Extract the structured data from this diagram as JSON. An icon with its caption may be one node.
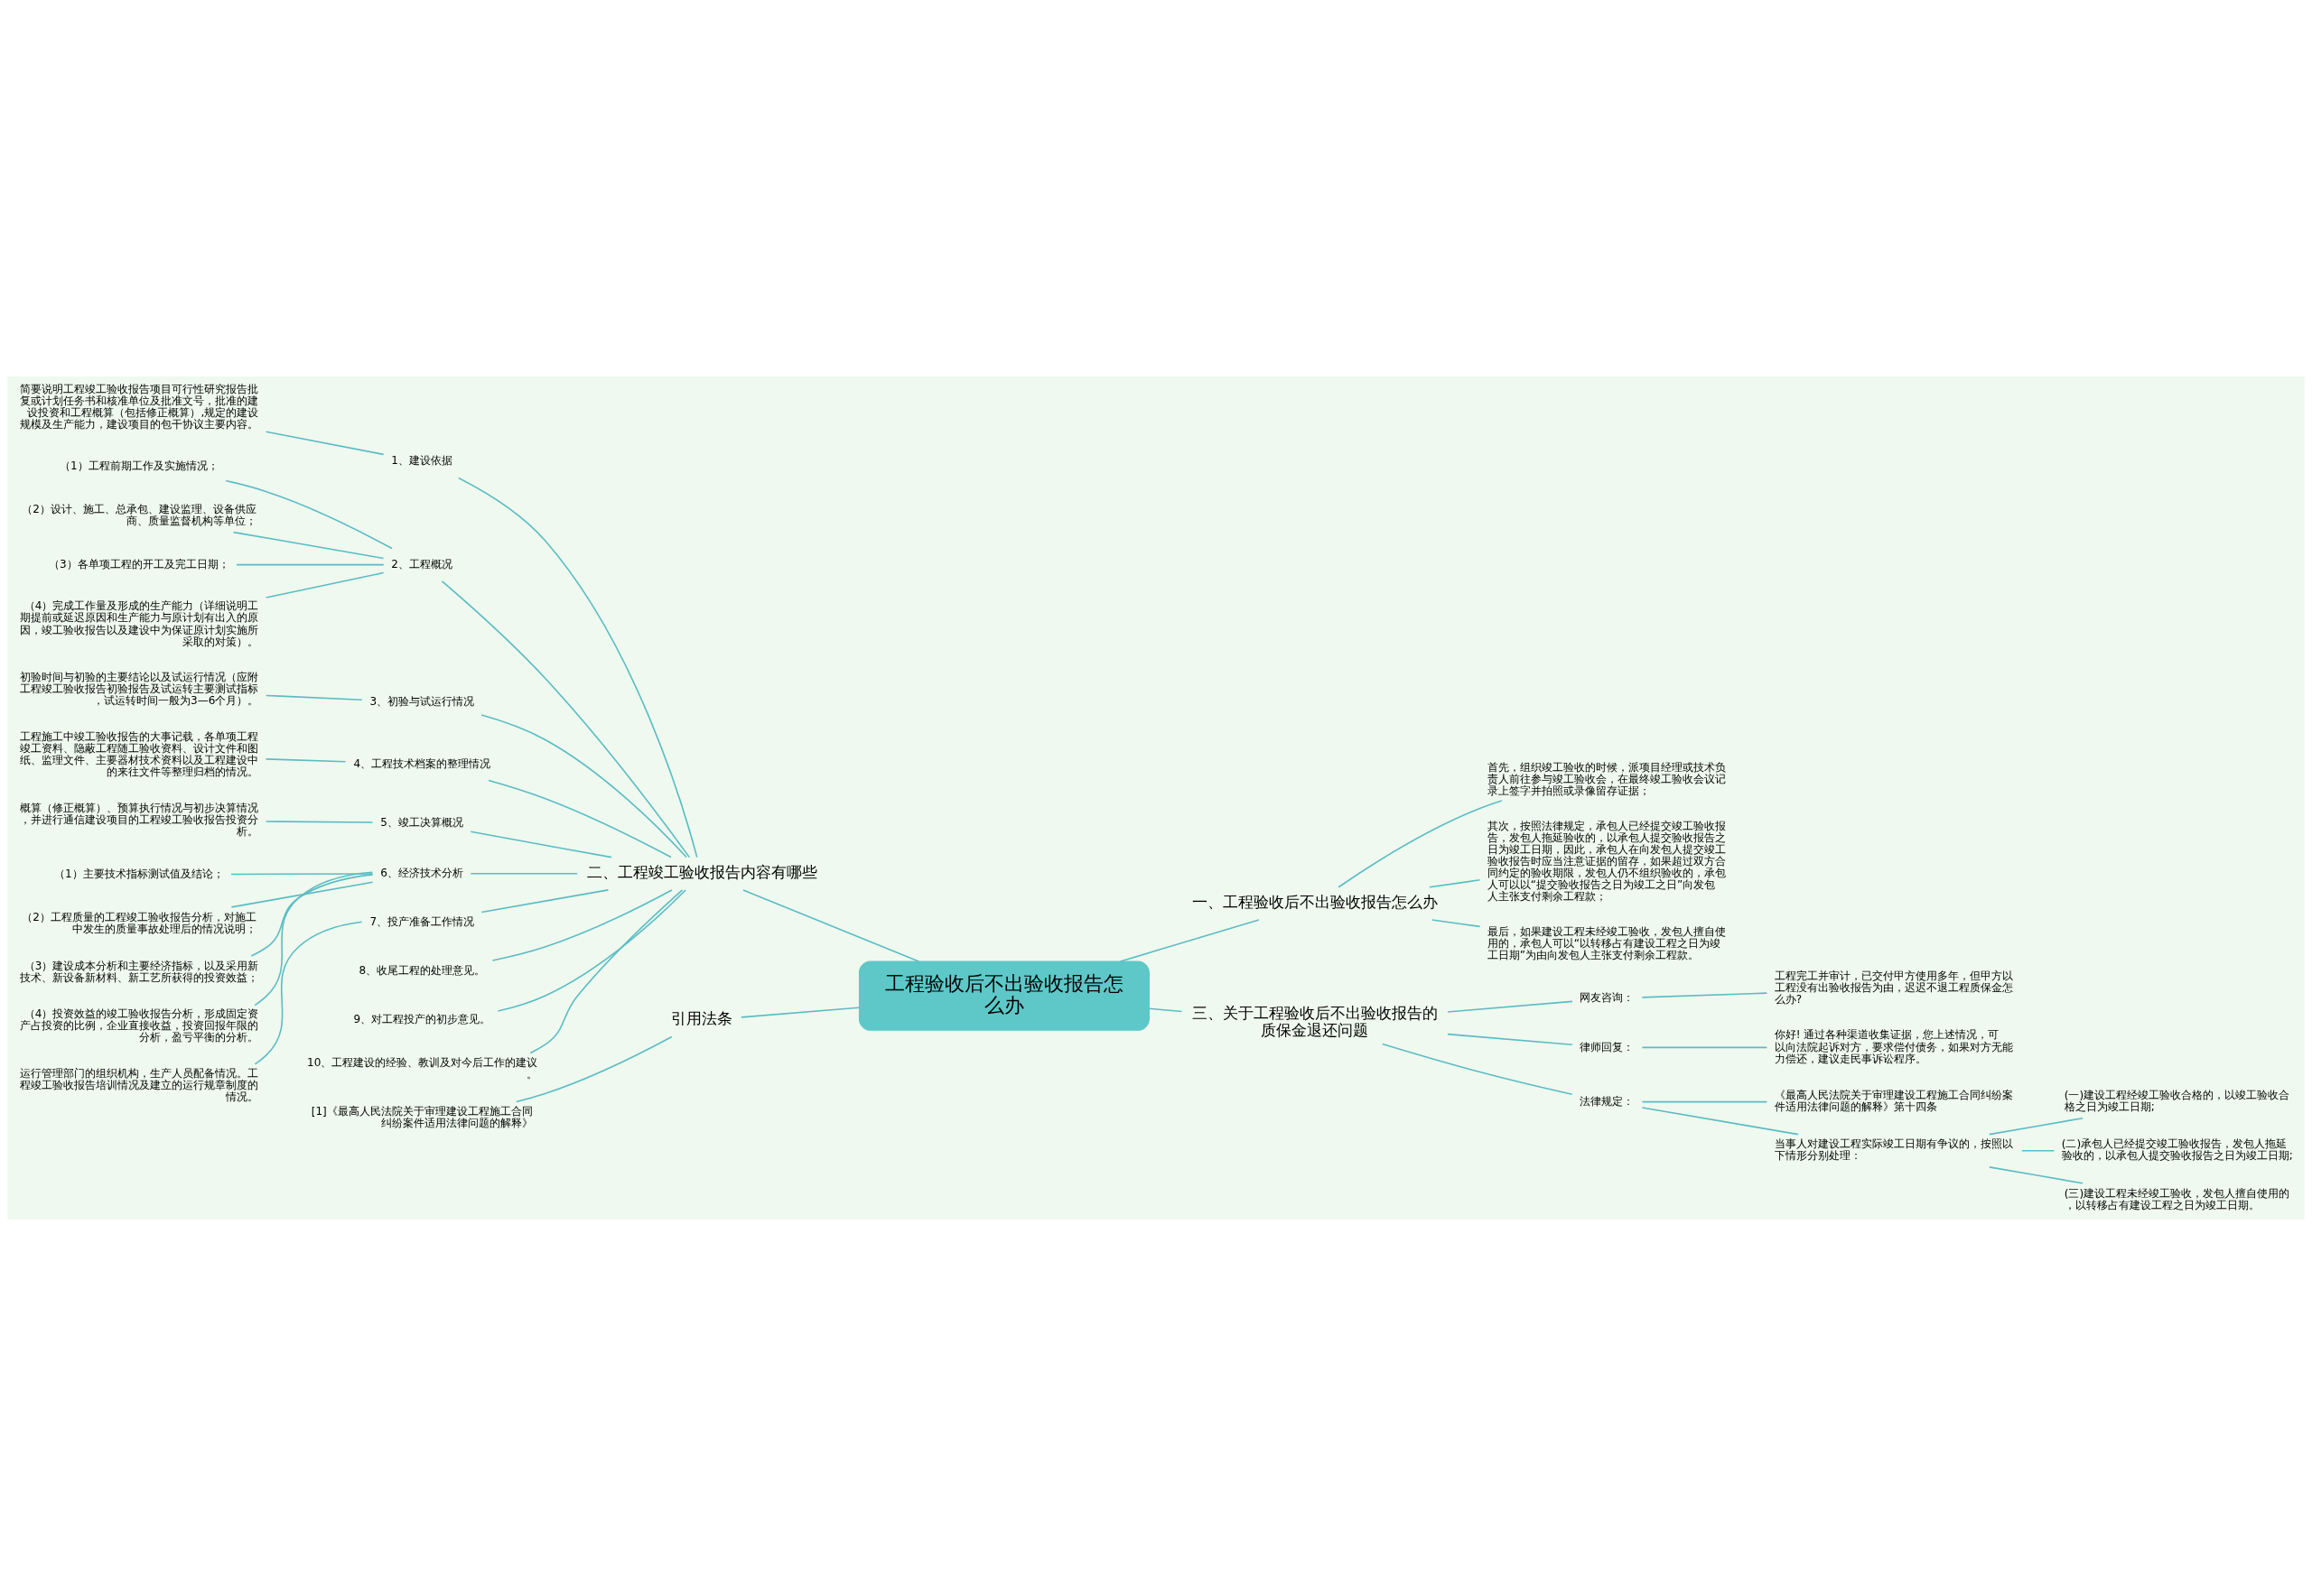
{
  "diagram": {
    "nodes": [
      {
        "text": [
          "工程验收后不出验收报告怎么办"
        ]
      },
      {
        "text": [
          "一、工程验收后不出验收报告怎么办"
        ]
      },
      {
        "text": [
          "首先，组织竣工验收的时候，派项目经理或技术负责人前往参与竣工验收会，在最终竣工验收会议记录上签字并拍照或录像留存证据；"
        ]
      },
      {
        "text": [
          "其次，按照法律规定，承包人已经提交竣工验收报告，发包人拖延验收的，以承包人提交验收报告之日为竣工日期，因此，承包人在向发包人提交竣工验收报告时应当注意证据的留存，如果超过双方合同约定的验收期限，发包人仍不组织验收的，承包人可以以“提交验收报告之日为竣工之日”向发包人主张支付剩余工程款；"
        ]
      },
      {
        "text": [
          "最后，如果建设工程未经竣工验收，发包人擅自使用的，承包人可以“以转移占有建设工程之日为竣工日期”为由向发包人主张支付剩余工程款。"
        ]
      },
      {
        "text": [
          "二、工程竣工验收报告内容有哪些"
        ]
      },
      {
        "text": [
          "1、建设依据"
        ]
      },
      {
        "text": [
          "简要说明工程竣工验收报告项目可行性研究报告批复或计划任务书和核准单位及批准文号，批准的建设投资和工程概算（包括修正概算）,规定的建设规模及生产能力，建设项目的包干协议主要内容。"
        ]
      },
      {
        "text": [
          "2、工程概况"
        ]
      },
      {
        "text": [
          "（1）工程前期工作及实施情况；"
        ]
      },
      {
        "text": [
          "（2）设计、施工、总承包、建设监理、设备供应商、质量监督机构等单位；"
        ]
      },
      {
        "text": [
          "（3）各单项工程的开工及完工日期；"
        ]
      },
      {
        "text": [
          "（4）完成工作量及形成的生产能力（详细说明工期提前或延迟原因和生产能力与原计划有出入的原因，竣工验收报告以及建设中为保证原计划实施所采取的对策）。"
        ]
      },
      {
        "text": [
          "3、初验与试运行情况"
        ]
      },
      {
        "text": [
          "初验时间与初验的主要结论以及试运行情况（应附工程竣工验收报告初验报告及试运转主要测试指标，试运转时间一般为3—6个月）。"
        ]
      },
      {
        "text": [
          "4、工程技术档案的整理情况"
        ]
      },
      {
        "text": [
          "工程施工中竣工验收报告的大事记载，各单项工程竣工资料、隐蔽工程随工验收资料、设计文件和图纸、监理文件、主要器材技术资料以及工程建设中的来往文件等整理归档的情况。"
        ]
      },
      {
        "text": [
          "5、竣工决算概况"
        ]
      },
      {
        "text": [
          "概算（修正概算）、预算执行情况与初步决算情况，并进行通信建设项目的工程竣工验收报告投资分析。"
        ]
      },
      {
        "text": [
          "6、经济技术分析"
        ]
      },
      {
        "text": [
          "（1）主要技术指标测试值及结论；"
        ]
      },
      {
        "text": [
          "（2）工程质量的工程竣工验收报告分析，对施工中发生的质量事故处理后的情况说明；"
        ]
      },
      {
        "text": [
          "（3）建设成本分析和主要经济指标，以及采用新技术、新设备新材料、新工艺所获得的投资效益；"
        ]
      },
      {
        "text": [
          "（4）投资效益的竣工验收报告分析，形成固定资产占投资的比例，企业直接收益，投资回报年限的分析，盈亏平衡的分析。"
        ]
      },
      {
        "text": [
          "7、投产准备工作情况"
        ]
      },
      {
        "text": [
          "运行管理部门的组织机构，生产人员配备情况。工程竣工验收报告培训情况及建立的运行规章制度的情况。"
        ]
      },
      {
        "text": [
          "8、收尾工程的处理意见。"
        ]
      },
      {
        "text": [
          "9、对工程投产的初步意见。"
        ]
      },
      {
        "text": [
          "10、工程建设的经验、教训及对今后工作的建议。"
        ]
      },
      {
        "text": [
          "三、关于工程验收后不出验收报告的质保金退还问题"
        ]
      },
      {
        "text": [
          "网友咨询："
        ]
      },
      {
        "text": [
          "工程完工并审计，已交付甲方使用多年，但甲方以工程没有出验收报告为由，迟迟不退工程质保金怎么办?"
        ]
      },
      {
        "text": [
          "律师回复："
        ]
      },
      {
        "text": [
          "你好! 通过各种渠道收集证据，您上述情况，可以向法院起诉对方，要求偿付债务，如果对方无能力偿还，建议走民事诉讼程序。"
        ]
      },
      {
        "text": [
          "法律规定："
        ]
      },
      {
        "text": [
          "《最高人民法院关于审理建设工程施工合同纠纷案件适用法律问题的解释》第十四条"
        ]
      },
      {
        "text": [
          "当事人对建设工程实际竣工日期有争议的，按照以下情形分别处理："
        ]
      },
      {
        "text": [
          "(一)建设工程经竣工验收合格的，以竣工验收合格之日为竣工日期;"
        ]
      },
      {
        "text": [
          "(二)承包人已经提交竣工验收报告，发包人拖延验收的，以承包人提交验收报告之日为竣工日期;"
        ]
      },
      {
        "text": [
          "(三)建设工程未经竣工验收，发包人擅自使用的，以转移占有建设工程之日为竣工日期。"
        ]
      },
      {
        "text": [
          "引用法条"
        ]
      },
      {
        "text": [
          "[1]《最高人民法院关于审理建设工程施工合同纠纷案件适用法律问题的解释》"
        ]
      }
    ],
    "edges": [
      {
        "from": 0,
        "to": 1,
        "arrow": "none"
      },
      {
        "from": 1,
        "to": 2,
        "arrow": "none"
      },
      {
        "from": 1,
        "to": 3,
        "arrow": "none"
      },
      {
        "from": 1,
        "to": 4,
        "arrow": "none"
      },
      {
        "from": 0,
        "to": 5,
        "arrow": "none"
      },
      {
        "from": 5,
        "to": 6,
        "arrow": "none"
      },
      {
        "from": 6,
        "to": 7,
        "arrow": "none"
      },
      {
        "from": 5,
        "to": 8,
        "arrow": "none"
      },
      {
        "from": 8,
        "to": 9,
        "arrow": "none"
      },
      {
        "from": 8,
        "to": 10,
        "arrow": "none"
      },
      {
        "from": 8,
        "to": 11,
        "arrow": "none"
      },
      {
        "from": 8,
        "to": 12,
        "arrow": "none"
      },
      {
        "from": 5,
        "to": 13,
        "arrow": "none"
      },
      {
        "from": 13,
        "to": 14,
        "arrow": "none"
      },
      {
        "from": 5,
        "to": 15,
        "arrow": "none"
      },
      {
        "from": 15,
        "to": 16,
        "arrow": "none"
      },
      {
        "from": 5,
        "to": 17,
        "arrow": "none"
      },
      {
        "from": 17,
        "to": 18,
        "arrow": "none"
      },
      {
        "from": 5,
        "to": 19,
        "arrow": "none"
      },
      {
        "from": 19,
        "to": 20,
        "arrow": "none"
      },
      {
        "from": 19,
        "to": 21,
        "arrow": "none"
      },
      {
        "from": 19,
        "to": 22,
        "arrow": "none"
      },
      {
        "from": 19,
        "to": 23,
        "arrow": "none"
      },
      {
        "from": 5,
        "to": 24,
        "arrow": "none"
      },
      {
        "from": 24,
        "to": 25,
        "arrow": "none"
      },
      {
        "from": 5,
        "to": 26,
        "arrow": "none"
      },
      {
        "from": 5,
        "to": 27,
        "arrow": "none"
      },
      {
        "from": 5,
        "to": 28,
        "arrow": "none"
      },
      {
        "from": 0,
        "to": 29,
        "arrow": "none"
      },
      {
        "from": 29,
        "to": 30,
        "arrow": "none"
      },
      {
        "from": 30,
        "to": 31,
        "arrow": "none"
      },
      {
        "from": 29,
        "to": 32,
        "arrow": "none"
      },
      {
        "from": 32,
        "to": 33,
        "arrow": "none"
      },
      {
        "from": 29,
        "to": 34,
        "arrow": "none"
      },
      {
        "from": 34,
        "to": 35,
        "arrow": "none"
      },
      {
        "from": 34,
        "to": 36,
        "arrow": "none"
      },
      {
        "from": 36,
        "to": 37,
        "arrow": "none"
      },
      {
        "from": 36,
        "to": 38,
        "arrow": "none"
      },
      {
        "from": 36,
        "to": 39,
        "arrow": "none"
      },
      {
        "from": 0,
        "to": 40,
        "arrow": "none"
      },
      {
        "from": 40,
        "to": 41,
        "arrow": "none"
      }
    ]
  }
}
